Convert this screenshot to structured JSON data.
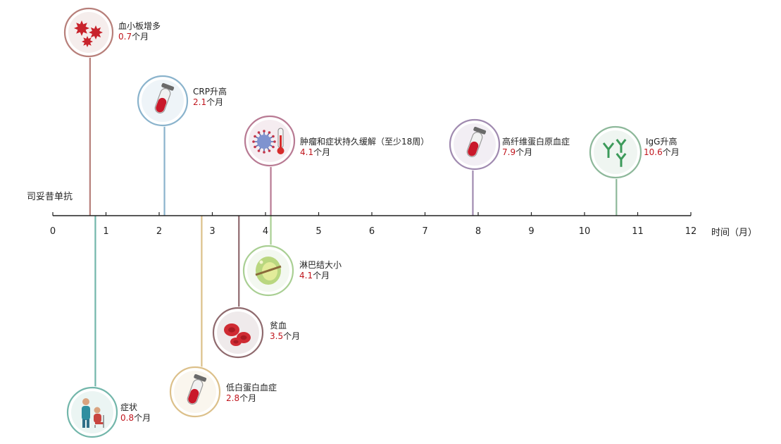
{
  "drug_label": "司妥昔单抗",
  "axis": {
    "title": "时间（月）",
    "min": 0,
    "max": 12,
    "ticks": [
      "0",
      "1",
      "2",
      "3",
      "4",
      "5",
      "6",
      "7",
      "8",
      "9",
      "10",
      "11",
      "12"
    ]
  },
  "month_unit": "个月",
  "events": [
    {
      "id": "thrombocytosis",
      "name": "血小板增多",
      "value": 0.7,
      "value_label": "0.7",
      "side": "above",
      "color": "#b77f7a",
      "icon": "platelets-icon"
    },
    {
      "id": "crp",
      "name": "CRP升高",
      "value": 2.1,
      "value_label": "2.1",
      "side": "above",
      "color": "#8ab3cc",
      "icon": "blood-tube-icon"
    },
    {
      "id": "tumor",
      "name": "肿瘤和症状持久缓解（至少18周）",
      "value": 4.1,
      "value_label": "4.1",
      "side": "above",
      "color": "#b87a93",
      "icon": "virus-thermometer-icon"
    },
    {
      "id": "hyperfibrinogenemia",
      "name": "高纤维蛋白原血症",
      "value": 7.9,
      "value_label": "7.9",
      "side": "above",
      "color": "#a08ab0",
      "icon": "blood-tube-icon"
    },
    {
      "id": "igg",
      "name": "IgG升高",
      "value": 10.6,
      "value_label": "10.6",
      "side": "above",
      "color": "#8db89a",
      "icon": "antibody-icon"
    },
    {
      "id": "symptoms",
      "name": "症状",
      "value": 0.8,
      "value_label": "0.8",
      "side": "below",
      "color": "#72b6aa",
      "icon": "patient-caregiver-icon"
    },
    {
      "id": "hypoalbuminemia",
      "name": "低白蛋白血症",
      "value": 2.8,
      "value_label": "2.8",
      "side": "below",
      "color": "#dcc08a",
      "icon": "blood-tube-icon"
    },
    {
      "id": "anemia",
      "name": "贫血",
      "value": 3.5,
      "value_label": "3.5",
      "side": "below",
      "color": "#8f6a6e",
      "icon": "red-blood-cells-icon"
    },
    {
      "id": "lymph",
      "name": "淋巴结大小",
      "value": 4.1,
      "value_label": "4.1",
      "side": "below",
      "color": "#a9cf93",
      "icon": "lymph-node-icon"
    }
  ]
}
